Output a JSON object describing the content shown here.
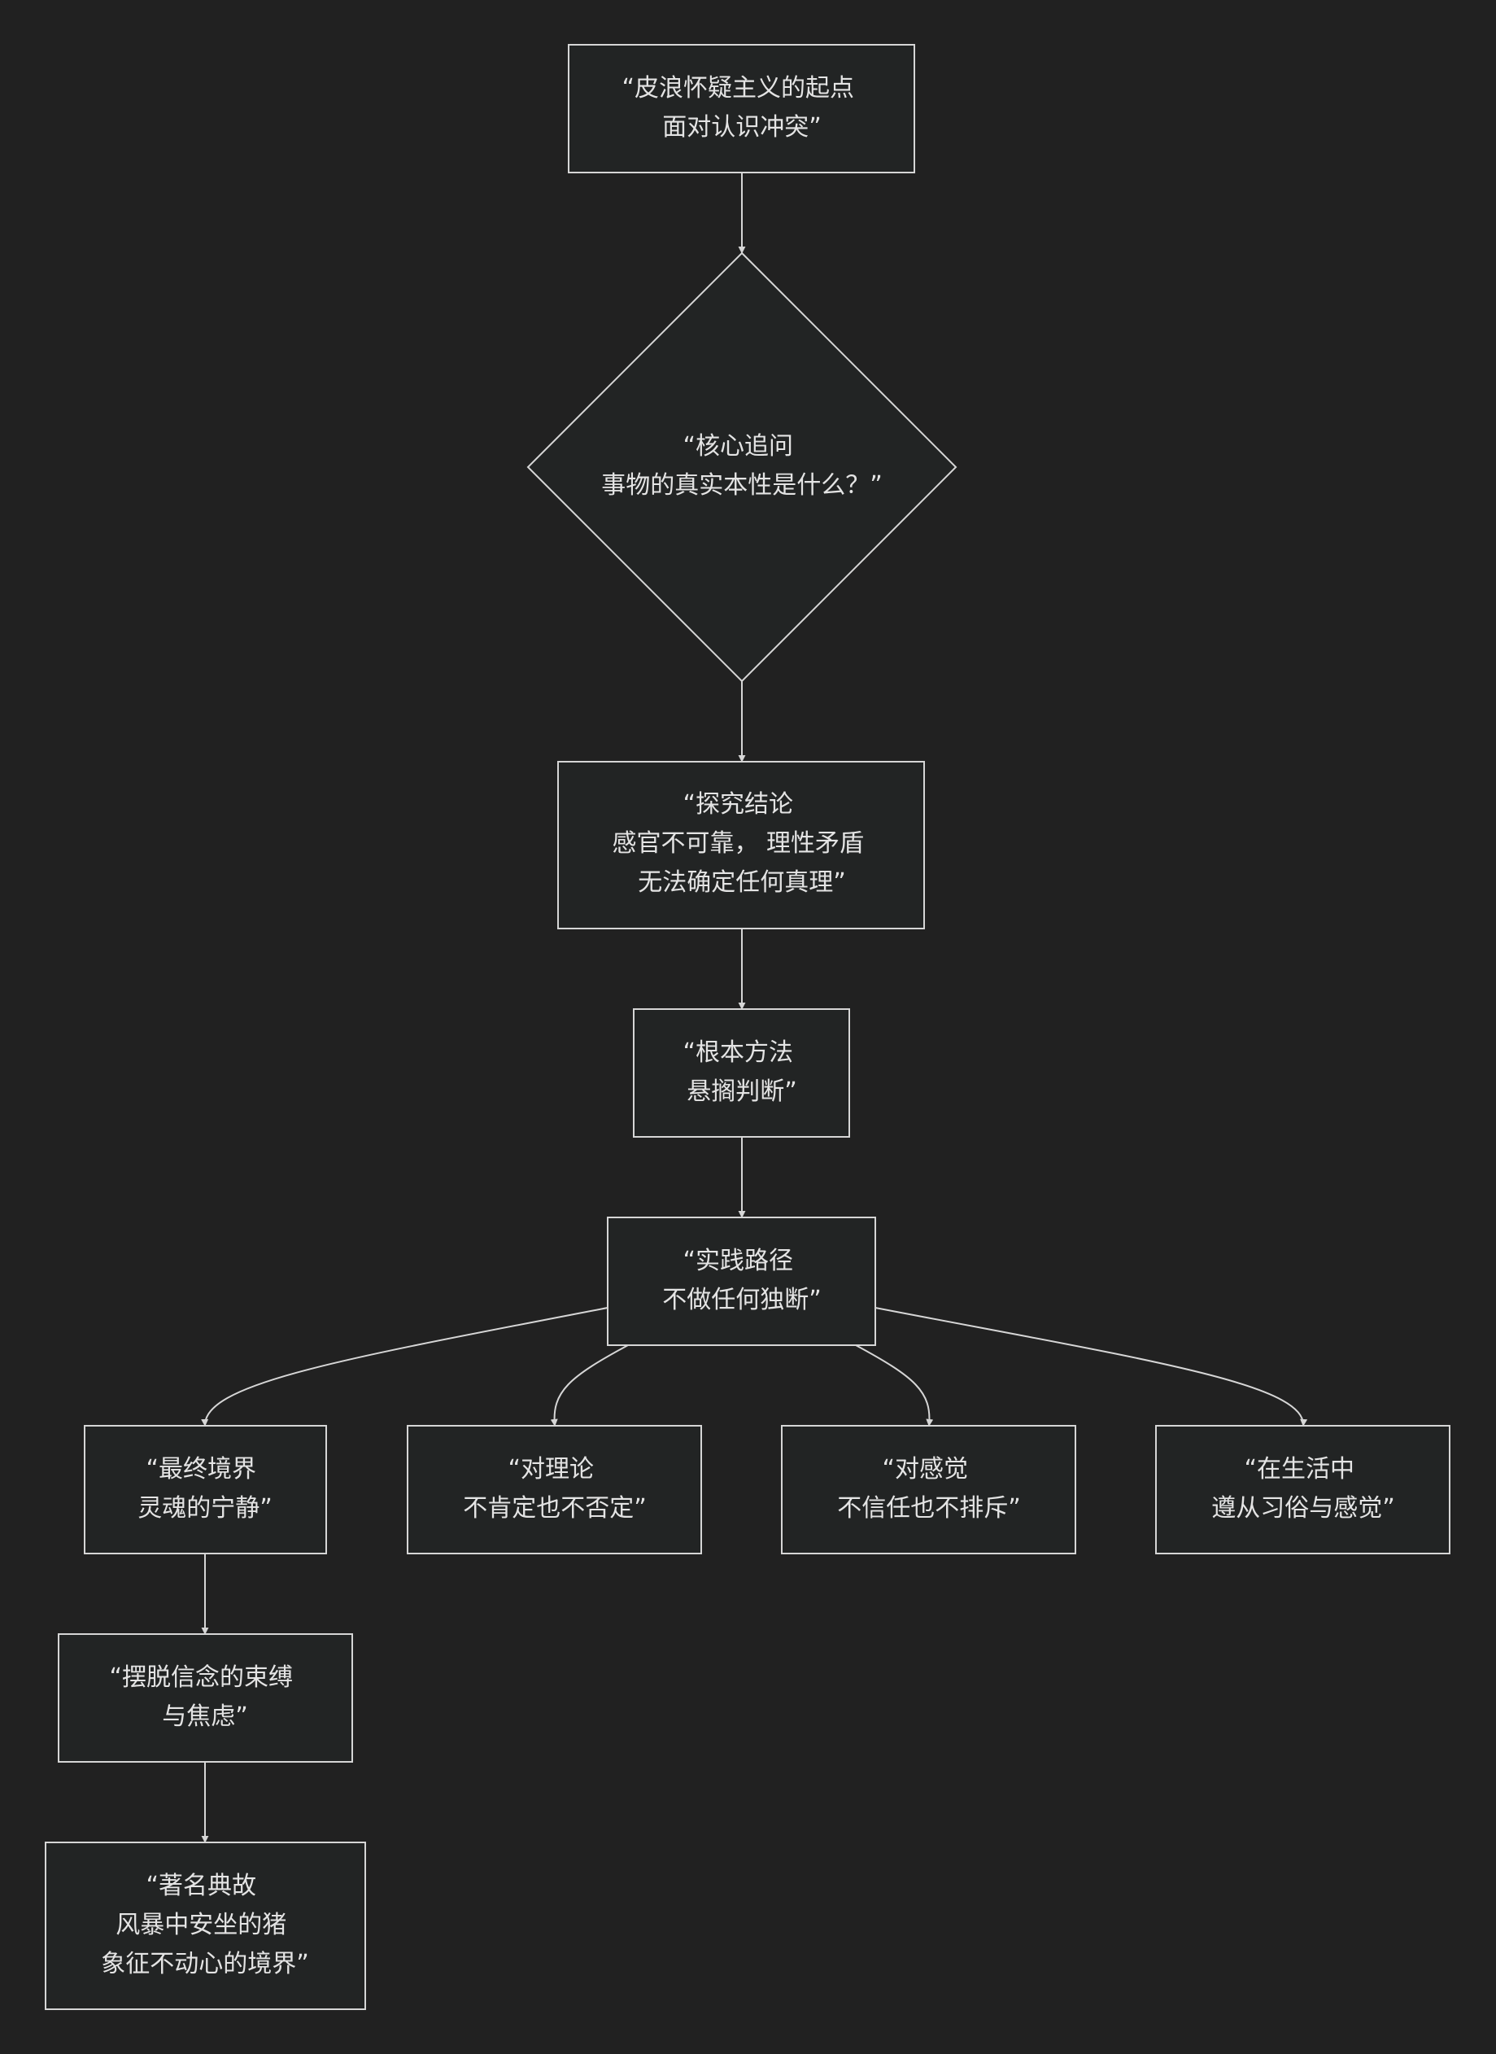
{
  "colors": {
    "background": "#212121",
    "node_fill": "#222424",
    "stroke": "#d6d6d6",
    "text": "#e4e4e4"
  },
  "nodes": {
    "start": {
      "lines": [
        "“皮浪怀疑主义的起点",
        "面对认识冲突”"
      ]
    },
    "question": {
      "lines": [
        "“核心追问",
        "事物的真实本性是什么？”"
      ]
    },
    "conclusion": {
      "lines": [
        "“探究结论",
        "感官不可靠， 理性矛盾",
        "无法确定任何真理”"
      ]
    },
    "method": {
      "lines": [
        "“根本方法",
        "悬搁判断”"
      ]
    },
    "practice": {
      "lines": [
        "“实践路径",
        "不做任何独断”"
      ]
    },
    "ultimate": {
      "lines": [
        "“最终境界",
        "灵魂的宁静”"
      ]
    },
    "theory": {
      "lines": [
        "“对理论",
        "不肯定也不否定”"
      ]
    },
    "senses": {
      "lines": [
        "“对感觉",
        "不信任也不排斥”"
      ]
    },
    "life": {
      "lines": [
        "“在生活中",
        "遵从习俗与感觉”"
      ]
    },
    "freedom": {
      "lines": [
        "“摆脱信念的束缚",
        "与焦虑”"
      ]
    },
    "story": {
      "lines": [
        "“著名典故",
        "风暴中安坐的猪",
        "象征不动心的境界”"
      ]
    }
  },
  "edges": [
    {
      "from": "start",
      "to": "question"
    },
    {
      "from": "question",
      "to": "conclusion"
    },
    {
      "from": "conclusion",
      "to": "method"
    },
    {
      "from": "method",
      "to": "practice"
    },
    {
      "from": "practice",
      "to": "ultimate"
    },
    {
      "from": "practice",
      "to": "theory"
    },
    {
      "from": "practice",
      "to": "senses"
    },
    {
      "from": "practice",
      "to": "life"
    },
    {
      "from": "ultimate",
      "to": "freedom"
    },
    {
      "from": "freedom",
      "to": "story"
    }
  ]
}
